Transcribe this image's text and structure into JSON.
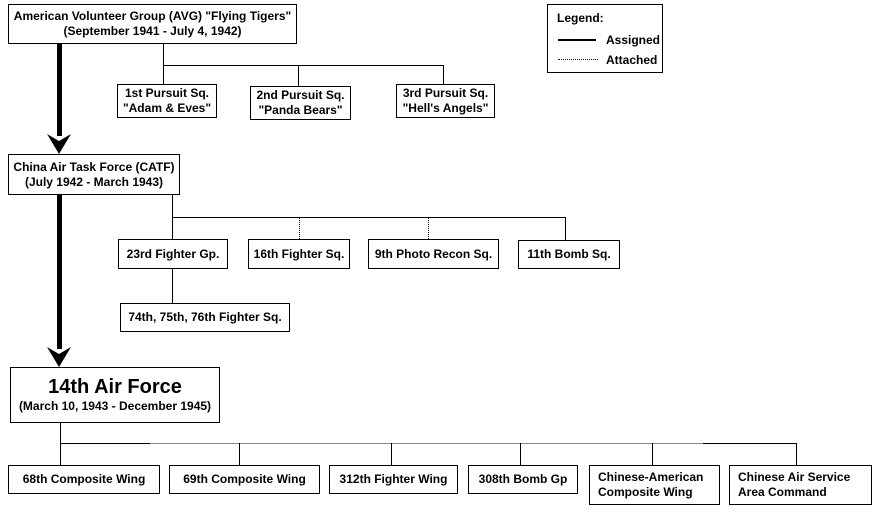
{
  "colors": {
    "background": "#ffffff",
    "line": "#000000",
    "muted_line": "#888888"
  },
  "legend": {
    "title": "Legend:",
    "assigned_label": "Assigned",
    "attached_label": "Attached"
  },
  "nodes": {
    "avg": {
      "line1": "American Volunteer Group (AVG) \"Flying Tigers\"",
      "line2": "(September 1941 - July 4, 1942)"
    },
    "sq1": {
      "line1": "1st Pursuit Sq.",
      "line2": "\"Adam & Eves\""
    },
    "sq2": {
      "line1": "2nd Pursuit Sq.",
      "line2": "\"Panda Bears\""
    },
    "sq3": {
      "line1": "3rd Pursuit Sq.",
      "line2": "\"Hell's Angels\""
    },
    "catf": {
      "line1": "China Air Task Force (CATF)",
      "line2": "(July 1942 - March 1943)"
    },
    "fg23": {
      "line1": "23rd Fighter Gp."
    },
    "fs16": {
      "line1": "16th Fighter Sq."
    },
    "pr9": {
      "line1": "9th Photo Recon Sq."
    },
    "bs11": {
      "line1": "11th Bomb Sq."
    },
    "fs74_75_76": {
      "line1": "74th, 75th, 76th Fighter Sq."
    },
    "af14": {
      "title": "14th Air Force",
      "subtitle": "(March 10, 1943 - December 1945)"
    },
    "cw68": {
      "line1": "68th Composite Wing"
    },
    "cw69": {
      "line1": "69th Composite Wing"
    },
    "fw312": {
      "line1": "312th Fighter Wing"
    },
    "bg308": {
      "line1": "308th Bomb Gp"
    },
    "cacw": {
      "line1": "Chinese-American",
      "line2": "Composite Wing"
    },
    "casac": {
      "line1": "Chinese Air Service",
      "line2": "Area Command"
    }
  }
}
